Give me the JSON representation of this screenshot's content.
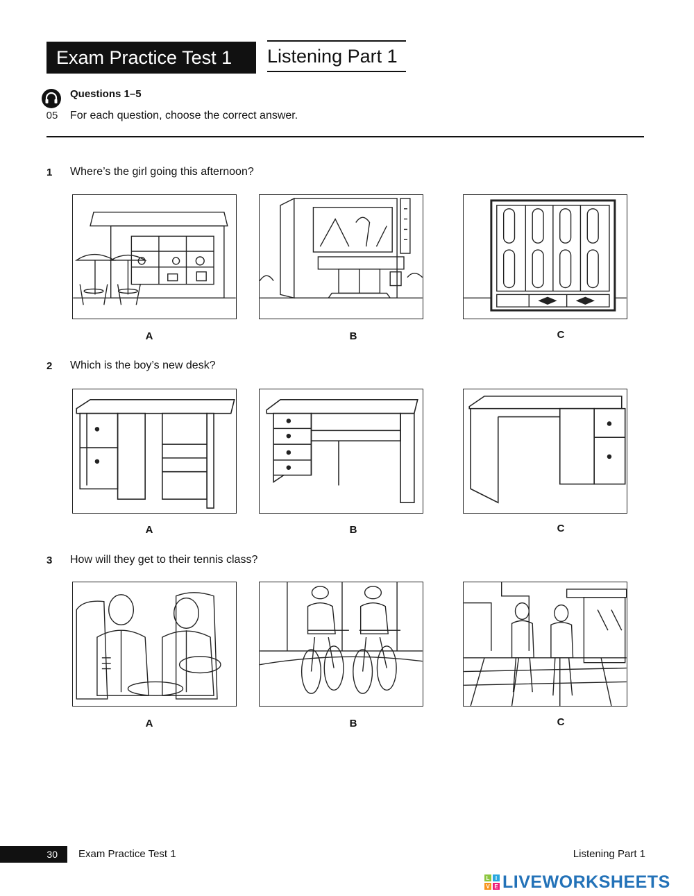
{
  "header": {
    "test_title": "Exam Practice  Test 1",
    "part_title": "Listening  Part 1"
  },
  "intro": {
    "track_number": "05",
    "heading": "Questions 1–5",
    "instruction": "For each question, choose the correct answer."
  },
  "questions": [
    {
      "number": "1",
      "text": "Where’s the girl going this afternoon?",
      "options": [
        "A",
        "B",
        "C"
      ]
    },
    {
      "number": "2",
      "text": "Which is the boy’s new desk?",
      "options": [
        "A",
        "B",
        "C"
      ]
    },
    {
      "number": "3",
      "text": "How will they get to their tennis class?",
      "options": [
        "A",
        "B",
        "C"
      ]
    }
  ],
  "footer": {
    "page_number": "30",
    "left_label": "Exam Practice  Test 1",
    "right_label": "Listening  Part 1"
  },
  "watermark": {
    "brand": "LIVEWORKSHEETS",
    "logo_letters": "LIVE",
    "color": "#2372b8"
  },
  "icons": {
    "audio": "headphones-icon"
  }
}
